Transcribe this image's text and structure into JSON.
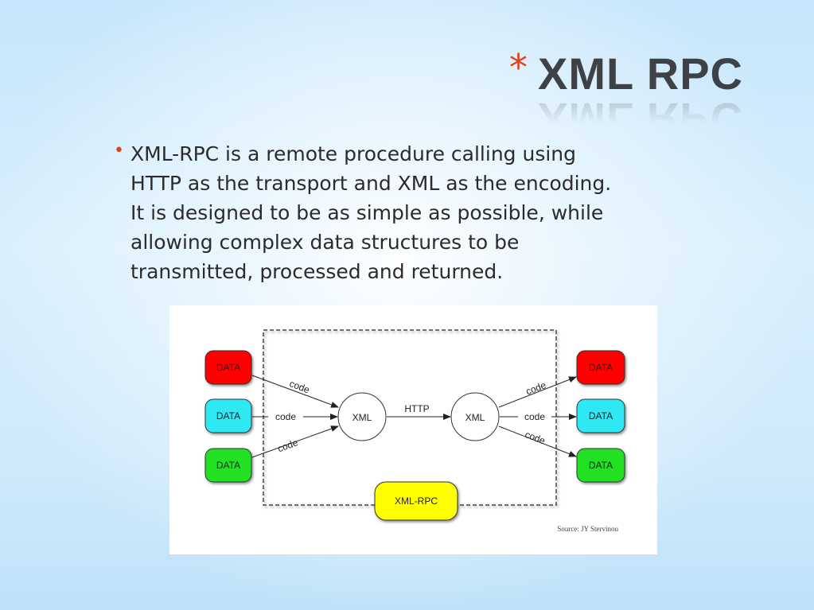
{
  "slide": {
    "title_marker": "*",
    "title": "XML RPC",
    "bullet_marker": "•",
    "bullet_lines": [
      "XML-RPC is a  remote procedure calling using",
      "HTTP as the transport and XML as the encoding.",
      "It is designed to be as simple as possible, while",
      "allowing complex data structures to be",
      "transmitted, processed and returned."
    ]
  },
  "diagram": {
    "left_data": [
      {
        "label": "DATA",
        "color": "#ff0000",
        "edge": "code"
      },
      {
        "label": "DATA",
        "color": "#2de8f4",
        "edge": "code"
      },
      {
        "label": "DATA",
        "color": "#22e022",
        "edge": "code"
      }
    ],
    "right_data": [
      {
        "label": "DATA",
        "color": "#ff0000",
        "edge": "code"
      },
      {
        "label": "DATA",
        "color": "#2de8f4",
        "edge": "code"
      },
      {
        "label": "DATA",
        "color": "#22e022",
        "edge": "code"
      }
    ],
    "left_node": "XML",
    "right_node": "XML",
    "transport_label": "HTTP",
    "rpc_label": "XML-RPC",
    "rpc_color": "#ffff00",
    "source": "Source: JY Stervinou"
  }
}
